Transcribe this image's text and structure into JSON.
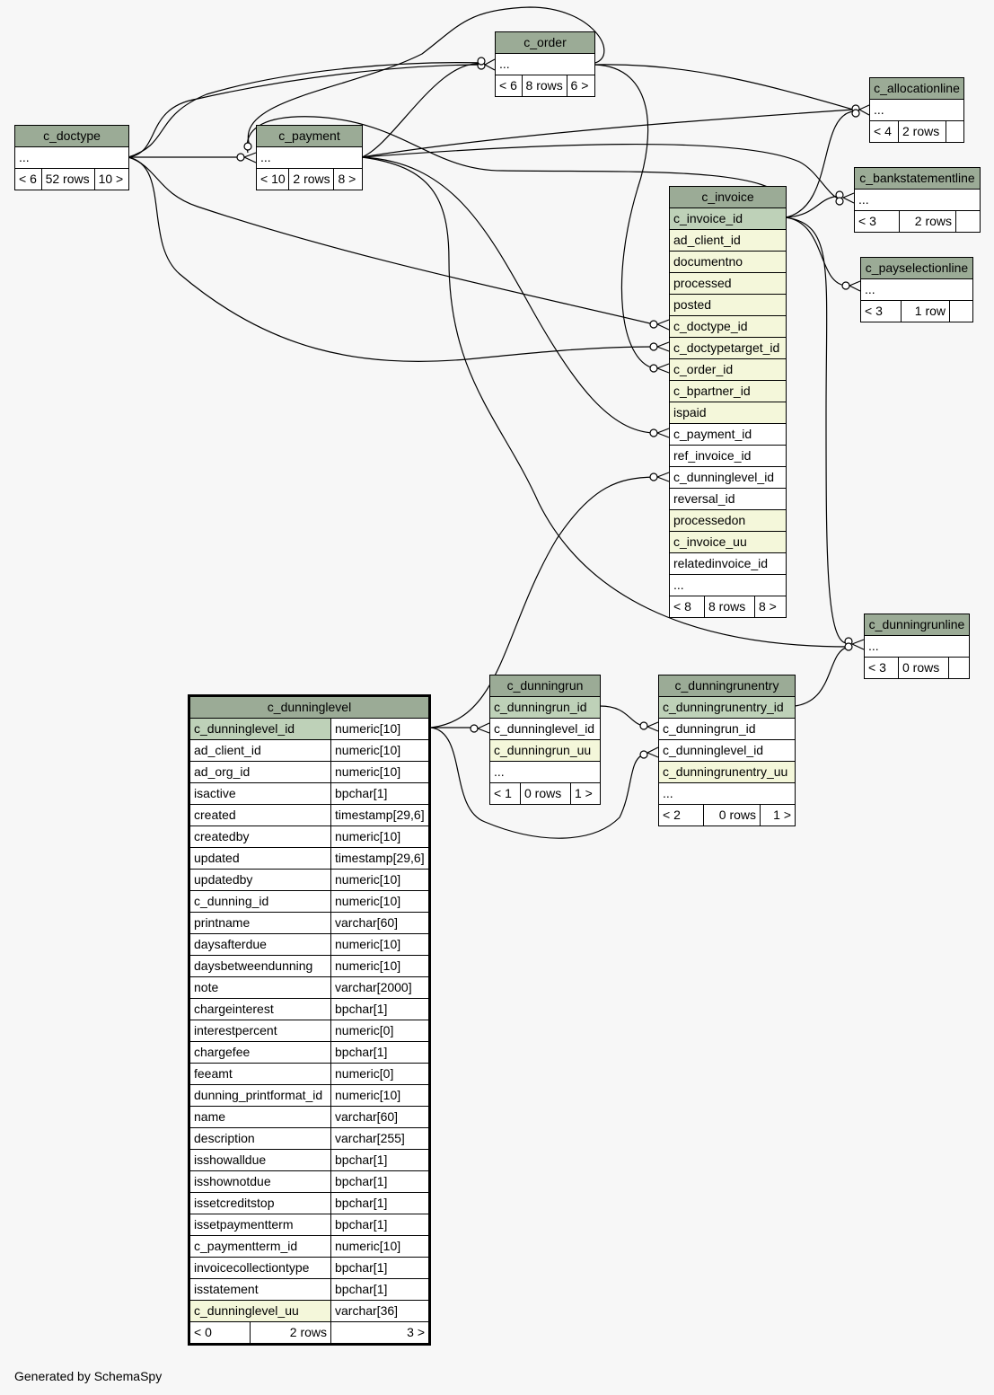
{
  "footer": "Generated by SchemaSpy",
  "tables": {
    "c_doctype": {
      "name": "c_doctype",
      "cols": [
        "..."
      ],
      "foot": [
        "< 6",
        "52 rows",
        "10 >"
      ]
    },
    "c_payment": {
      "name": "c_payment",
      "cols": [
        "..."
      ],
      "foot": [
        "< 10",
        "2 rows",
        "8 >"
      ]
    },
    "c_order": {
      "name": "c_order",
      "cols": [
        "..."
      ],
      "foot": [
        "< 6",
        "8 rows",
        "6 >"
      ]
    },
    "c_allocationline": {
      "name": "c_allocationline",
      "cols": [
        "..."
      ],
      "foot": [
        "< 4",
        "2 rows",
        ""
      ]
    },
    "c_bankstatementline": {
      "name": "c_bankstatementline",
      "cols": [
        "..."
      ],
      "foot": [
        "< 3",
        "2 rows",
        ""
      ]
    },
    "c_payselectionline": {
      "name": "c_payselectionline",
      "cols": [
        "..."
      ],
      "foot": [
        "< 3",
        "1 row",
        ""
      ]
    },
    "c_invoice": {
      "name": "c_invoice",
      "cols": [
        "c_invoice_id",
        "ad_client_id",
        "documentno",
        "processed",
        "posted",
        "c_doctype_id",
        "c_doctypetarget_id",
        "c_order_id",
        "c_bpartner_id",
        "ispaid",
        "c_payment_id",
        "ref_invoice_id",
        "c_dunninglevel_id",
        "reversal_id",
        "processedon",
        "c_invoice_uu",
        "relatedinvoice_id",
        "..."
      ],
      "foot": [
        "< 8",
        "8 rows",
        "8 >"
      ]
    },
    "c_dunningrunline": {
      "name": "c_dunningrunline",
      "cols": [
        "..."
      ],
      "foot": [
        "< 3",
        "0 rows",
        ""
      ]
    },
    "c_dunningrun": {
      "name": "c_dunningrun",
      "cols": [
        "c_dunningrun_id",
        "c_dunninglevel_id",
        "c_dunningrun_uu",
        "..."
      ],
      "foot": [
        "< 1",
        "0 rows",
        "1 >"
      ]
    },
    "c_dunningrunentry": {
      "name": "c_dunningrunentry",
      "cols": [
        "c_dunningrunentry_id",
        "c_dunningrun_id",
        "c_dunninglevel_id",
        "c_dunningrunentry_uu",
        "..."
      ],
      "foot": [
        "< 2",
        "0 rows",
        "1 >"
      ]
    },
    "c_dunninglevel": {
      "name": "c_dunninglevel",
      "cols": [
        [
          "c_dunninglevel_id",
          "numeric[10]"
        ],
        [
          "ad_client_id",
          "numeric[10]"
        ],
        [
          "ad_org_id",
          "numeric[10]"
        ],
        [
          "isactive",
          "bpchar[1]"
        ],
        [
          "created",
          "timestamp[29,6]"
        ],
        [
          "createdby",
          "numeric[10]"
        ],
        [
          "updated",
          "timestamp[29,6]"
        ],
        [
          "updatedby",
          "numeric[10]"
        ],
        [
          "c_dunning_id",
          "numeric[10]"
        ],
        [
          "printname",
          "varchar[60]"
        ],
        [
          "daysafterdue",
          "numeric[10]"
        ],
        [
          "daysbetweendunning",
          "numeric[10]"
        ],
        [
          "note",
          "varchar[2000]"
        ],
        [
          "chargeinterest",
          "bpchar[1]"
        ],
        [
          "interestpercent",
          "numeric[0]"
        ],
        [
          "chargefee",
          "bpchar[1]"
        ],
        [
          "feeamt",
          "numeric[0]"
        ],
        [
          "dunning_printformat_id",
          "numeric[10]"
        ],
        [
          "name",
          "varchar[60]"
        ],
        [
          "description",
          "varchar[255]"
        ],
        [
          "isshowalldue",
          "bpchar[1]"
        ],
        [
          "isshownotdue",
          "bpchar[1]"
        ],
        [
          "issetcreditstop",
          "bpchar[1]"
        ],
        [
          "issetpaymentterm",
          "bpchar[1]"
        ],
        [
          "c_paymentterm_id",
          "numeric[10]"
        ],
        [
          "invoicecollectiontype",
          "bpchar[1]"
        ],
        [
          "isstatement",
          "bpchar[1]"
        ],
        [
          "c_dunninglevel_uu",
          "varchar[36]"
        ]
      ],
      "foot": [
        "< 0",
        "2 rows",
        "3 >"
      ]
    }
  }
}
